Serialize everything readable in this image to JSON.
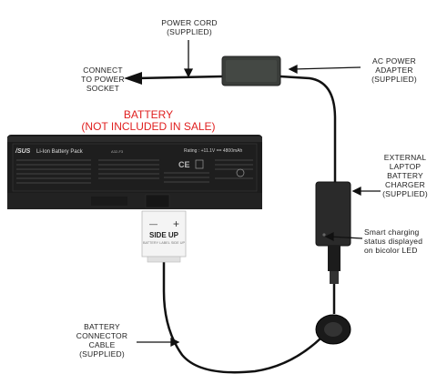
{
  "labels": {
    "power_cord": [
      "POWER CORD",
      "(SUPPLIED)"
    ],
    "connect": [
      "CONNECT",
      "TO POWER",
      "SOCKET"
    ],
    "ac_adapter": [
      "AC POWER",
      "ADAPTER",
      "(SUPPLIED)"
    ],
    "battery": [
      "BATTERY",
      "(NOT INCLUDED IN SALE)"
    ],
    "external_charger": [
      "EXTERNAL",
      "LAPTOP",
      "BATTERY",
      "CHARGER",
      "(SUPPLIED)"
    ],
    "smart_charging": [
      "Smart charging",
      "status displayed",
      "on bicolor LED"
    ],
    "connector_cable": [
      "BATTERY",
      "CONNECTOR",
      "CABLE",
      "(SUPPLIED)"
    ]
  },
  "battery_label": {
    "brand": "/SUS",
    "pack": "Li-Ion Battery Pack",
    "model": "A32-F3",
    "rating": "Rating : +11.1V == 4800mAh"
  },
  "connector": {
    "minus": "—",
    "plus": "+",
    "side_up": "SIDE UP",
    "fine": "BATTERY LABEL SIDE UP"
  },
  "colors": {
    "battery_text": "#e02020",
    "battery_body": "#1c1c1c",
    "charger_body": "#2a2a2a"
  }
}
